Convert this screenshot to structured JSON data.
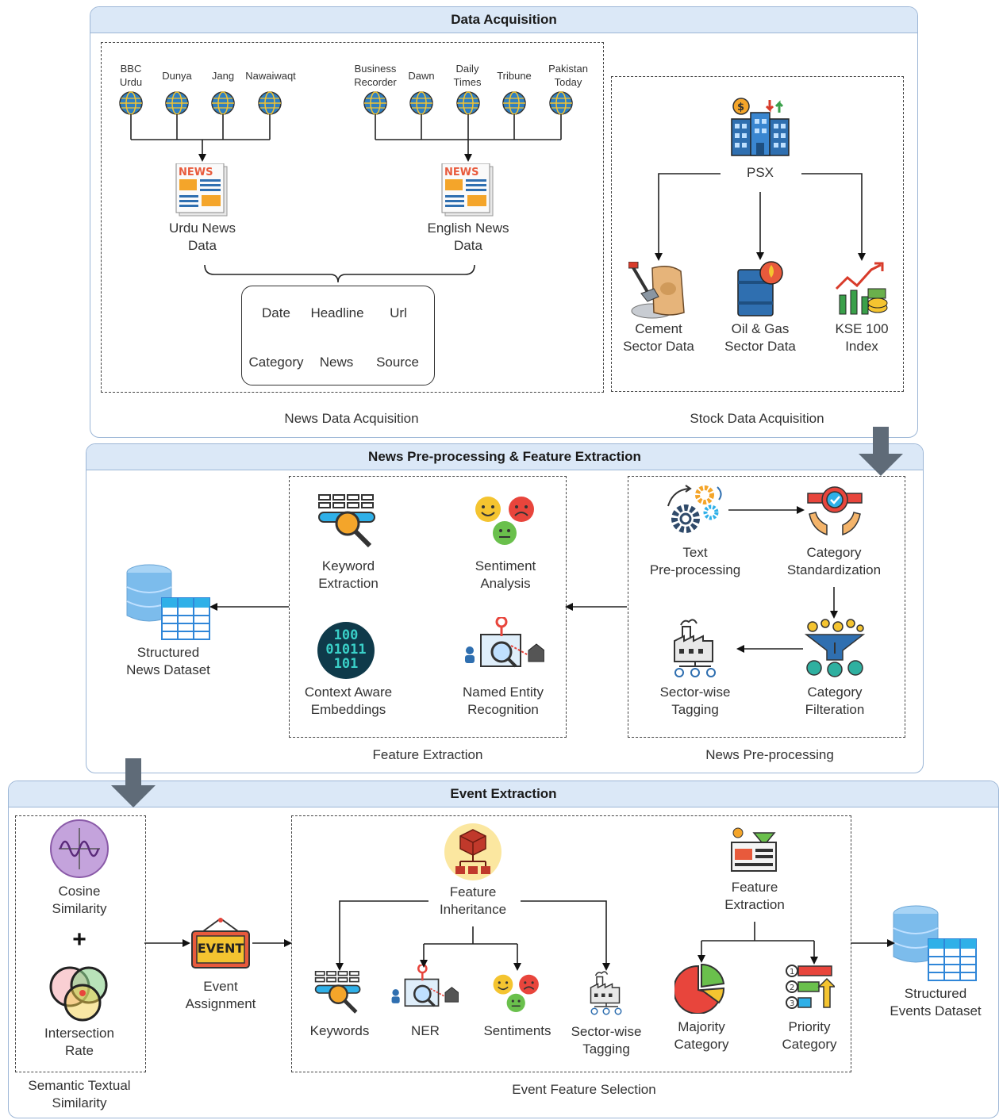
{
  "sections": {
    "data_acquisition": {
      "title": "Data Acquisition",
      "news_caption": "News Data Acquisition",
      "stock_caption": "Stock Data Acquisition",
      "urdu_sources": [
        "BBC\nUrdu",
        "Dunya",
        "Jang",
        "Nawaiwaqt"
      ],
      "english_sources": [
        "Business\nRecorder",
        "Dawn",
        "Daily\nTimes",
        "Tribune",
        "Pakistan\nToday"
      ],
      "urdu_data": "Urdu News\nData",
      "english_data": "English News\nData",
      "fields": [
        "Date",
        "Headline",
        "Url",
        "Category",
        "News",
        "Source"
      ],
      "psx": "PSX",
      "cement": "Cement\nSector Data",
      "oil_gas": "Oil & Gas\nSector Data",
      "kse": "KSE 100\nIndex"
    },
    "preprocessing": {
      "title": "News Pre-processing & Feature Extraction",
      "structured_news": "Structured\nNews Dataset",
      "keyword_extraction": "Keyword\nExtraction",
      "sentiment_analysis": "Sentiment\nAnalysis",
      "context_embeddings": "Context Aware\nEmbeddings",
      "ner": "Named Entity\nRecognition",
      "feature_caption": "Feature Extraction",
      "text_preprocessing": "Text\nPre-processing",
      "category_standardization": "Category\nStandardization",
      "sector_tagging": "Sector-wise\nTagging",
      "category_filteration": "Category\nFilteration",
      "news_pre_caption": "News Pre-processing"
    },
    "event_extraction": {
      "title": "Event Extraction",
      "cosine": "Cosine\nSimilarity",
      "plus": "+",
      "intersection": "Intersection\nRate",
      "sts_caption": "Semantic Textual\nSimilarity",
      "event_badge": "EVENT",
      "event_assignment": "Event\nAssignment",
      "feature_inheritance": "Feature\nInheritance",
      "feature_extraction": "Feature\nExtraction",
      "keywords": "Keywords",
      "ner": "NER",
      "sentiments": "Sentiments",
      "sector_tagging": "Sector-wise\nTagging",
      "majority": "Majority\nCategory",
      "priority": "Priority\nCategory",
      "efs_caption": "Event Feature Selection",
      "structured_events": "Structured\nEvents Dataset"
    }
  },
  "colors": {
    "panel_header": "#dbe8f7",
    "panel_border": "#9cb6d6",
    "flow_arrow": "#5f6b78",
    "globe": "#2f7fc1"
  }
}
